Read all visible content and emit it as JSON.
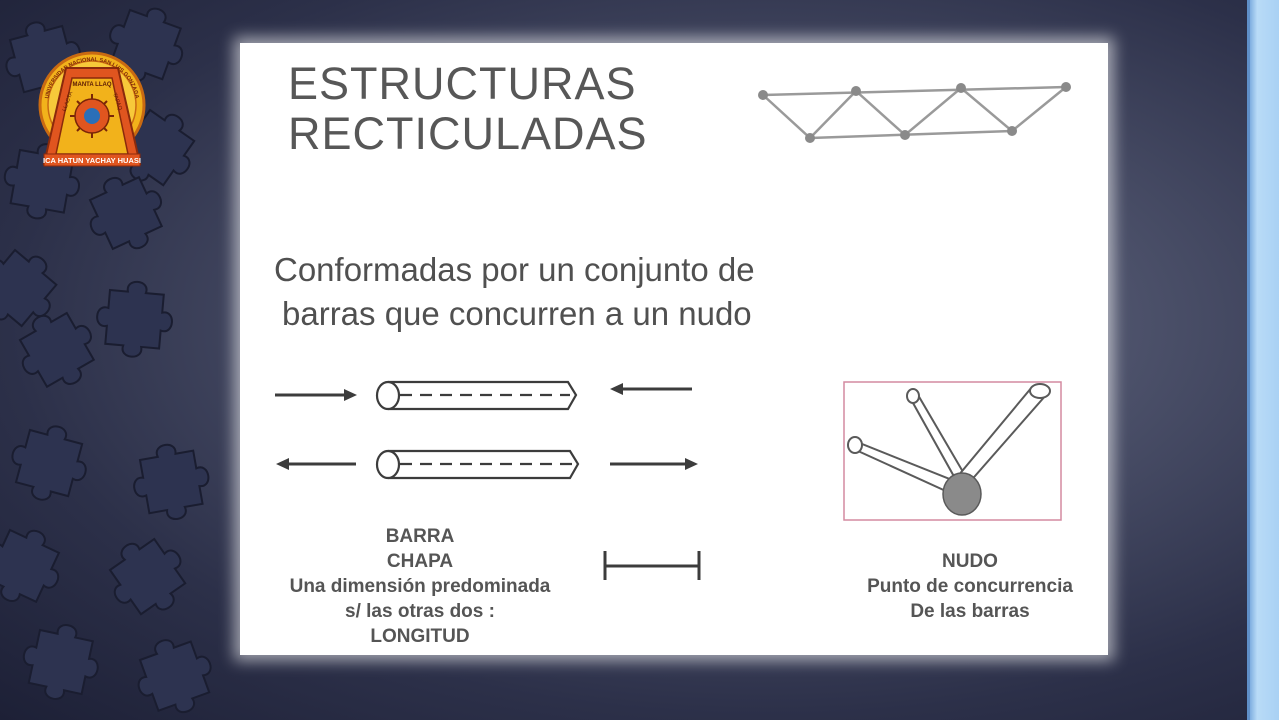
{
  "logo": {
    "ring_text": "UNIVERSIDAD NACIONAL SAN LUIS GONZAGA",
    "inner_left": "LLACTA",
    "inner_top": "MANTA LLAQ",
    "inner_right": "TAPAQ",
    "bottom_text": "ICA HATUN YACHAY HUASI"
  },
  "slide": {
    "title_line1": "ESTRUCTURAS",
    "title_line2": "RECTICULADAS",
    "subtitle_line1": "Conformadas por un conjunto de",
    "subtitle_line2": "barras que concurren a un nudo",
    "barra": {
      "line1": "BARRA",
      "line2": "CHAPA",
      "line3": "Una dimensión predominada",
      "line4": "s/ las otras dos :",
      "line5": "LONGITUD"
    },
    "nudo": {
      "line1": "NUDO",
      "line2": "Punto de concurrencia",
      "line3": "De las barras"
    }
  },
  "colors": {
    "background_dark": "#1d2036",
    "background_light": "#6f748a",
    "side_bar": "#a9d1f4",
    "logo_orange": "#e0551f",
    "logo_yellow": "#f2b21b",
    "node_fill": "#8a8a8a",
    "frame_pink": "#d48aa0"
  }
}
